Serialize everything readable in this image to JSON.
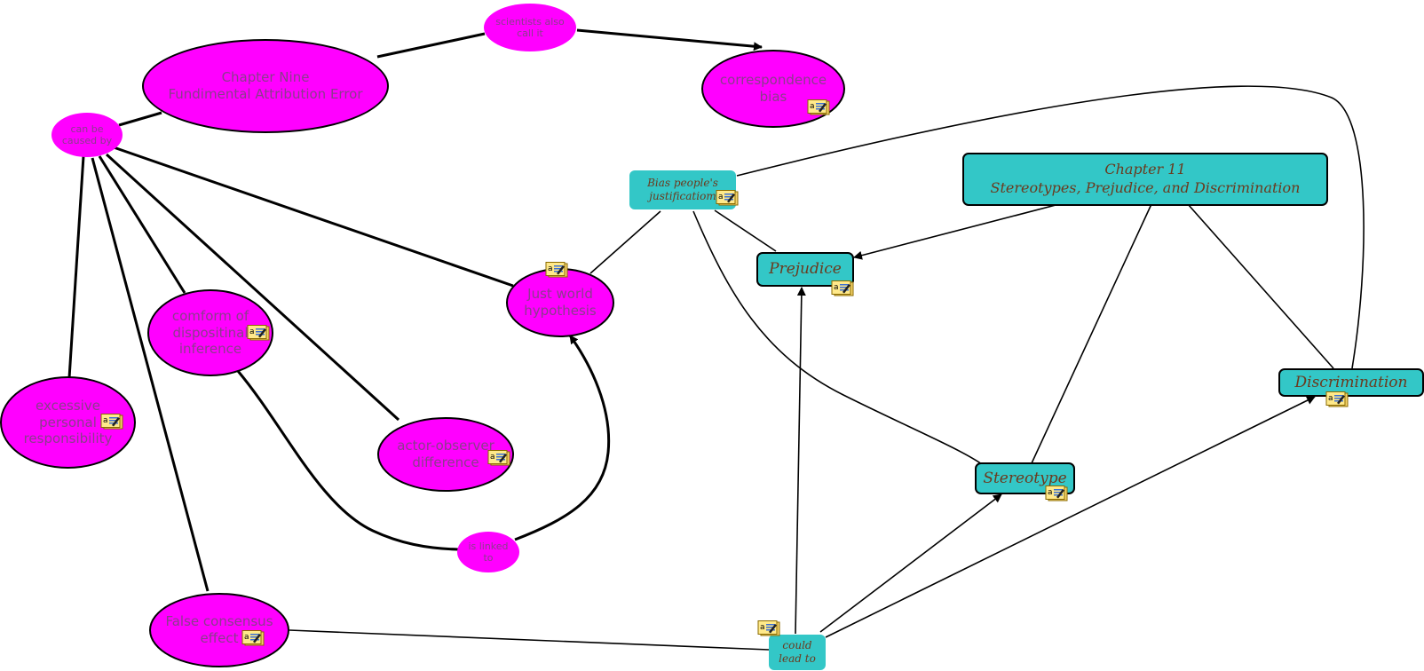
{
  "colors": {
    "concept_pink": "#ff00ff",
    "concept_teal": "#33c7c7",
    "pink_text": "#8a3d8c",
    "teal_text": "#6b3a1e"
  },
  "icons": {
    "note": "resource-note-icon"
  },
  "nodes": {
    "chapter_nine": "Chapter Nine\nFundimental Attribution Error",
    "correspondence_bias": "correspondence\nbias",
    "excessive": "excessive\npersonal\nresponsibility",
    "comform": "comform of\ndispositinal\ninference",
    "just_world": "Just world\nhypothesis",
    "actor_observer": "actor-observer\ndifference",
    "false_consensus": "False consensus\neffect",
    "chapter_11": "Chapter 11\nStereotypes, Prejudice, and Discrimination",
    "prejudice": "Prejudice",
    "discrimination": "Discrimination",
    "stereotype": "Stereotype"
  },
  "links": {
    "also_call": "scientists also\ncall it",
    "caused_by": "can be\ncaused by",
    "is_linked_to": "is linked\nto",
    "bias_justification": "Bias people's\njustificatiom",
    "could_lead_to": "could\nlead to"
  }
}
